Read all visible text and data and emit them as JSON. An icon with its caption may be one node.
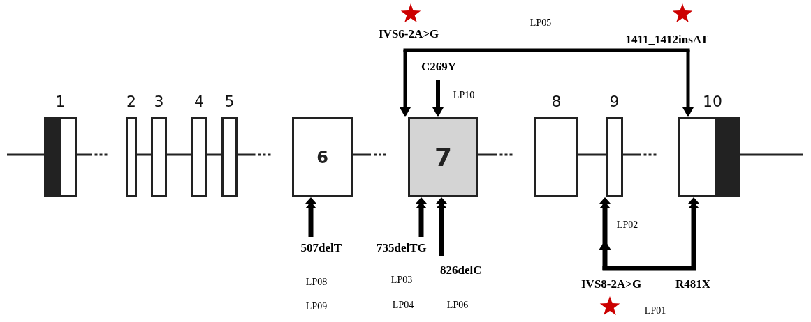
{
  "diagram": {
    "nodes": [
      {
        "text": [
          "1"
        ]
      },
      {
        "text": [
          "2"
        ]
      },
      {
        "text": [
          "3"
        ]
      },
      {
        "text": [
          "4"
        ]
      },
      {
        "text": [
          "5"
        ]
      },
      {
        "text": [
          "6"
        ]
      },
      {
        "text": [
          "7"
        ]
      },
      {
        "text": [
          "8"
        ]
      },
      {
        "text": [
          "9"
        ]
      },
      {
        "text": [
          "10"
        ]
      },
      {
        "text": [
          "C269Y"
        ]
      },
      {
        "text": [
          "IVS6-2A>G"
        ]
      },
      {
        "text": [
          "1411_1412insAT"
        ]
      },
      {
        "text": [
          "507delT"
        ]
      },
      {
        "text": [
          "735delTG"
        ]
      },
      {
        "text": [
          "826delC"
        ]
      },
      {
        "text": [
          "IVS8-2A>G"
        ]
      },
      {
        "text": [
          "R481X"
        ]
      }
    ],
    "edges": [
      {
        "from": 0,
        "to": 1,
        "arrow": "none",
        "style": "dashed"
      },
      {
        "from": 1,
        "to": 2,
        "arrow": "none"
      },
      {
        "from": 2,
        "to": 3,
        "arrow": "none"
      },
      {
        "from": 3,
        "to": 4,
        "arrow": "none"
      },
      {
        "from": 4,
        "to": 5,
        "arrow": "none",
        "style": "dashed"
      },
      {
        "from": 5,
        "to": 6,
        "arrow": "none",
        "style": "dashed"
      },
      {
        "from": 6,
        "to": 7,
        "arrow": "none",
        "style": "dashed"
      },
      {
        "from": 7,
        "to": 8,
        "arrow": "none"
      },
      {
        "from": 8,
        "to": 9,
        "arrow": "none",
        "style": "dashed"
      },
      {
        "from": 10,
        "to": 6,
        "arrow": "to",
        "style": "thick"
      },
      {
        "from": 11,
        "to": 6,
        "arrow": "to"
      },
      {
        "from": 12,
        "to": 9,
        "arrow": "to"
      },
      {
        "from": 13,
        "to": 5,
        "arrow": "to",
        "style": "thick"
      },
      {
        "from": 14,
        "to": 6,
        "arrow": "to",
        "style": "thick"
      },
      {
        "from": 15,
        "to": 6,
        "arrow": "to",
        "style": "thick"
      },
      {
        "from": 16,
        "to": 8,
        "arrow": "to",
        "style": "thick"
      },
      {
        "from": 17,
        "to": 9,
        "arrow": "to",
        "style": "thick"
      }
    ],
    "labels": [
      "LP05",
      "LP10",
      "LP02",
      "LP03",
      "LP08",
      "LP04",
      "LP06",
      "LP09",
      "LP01"
    ]
  }
}
